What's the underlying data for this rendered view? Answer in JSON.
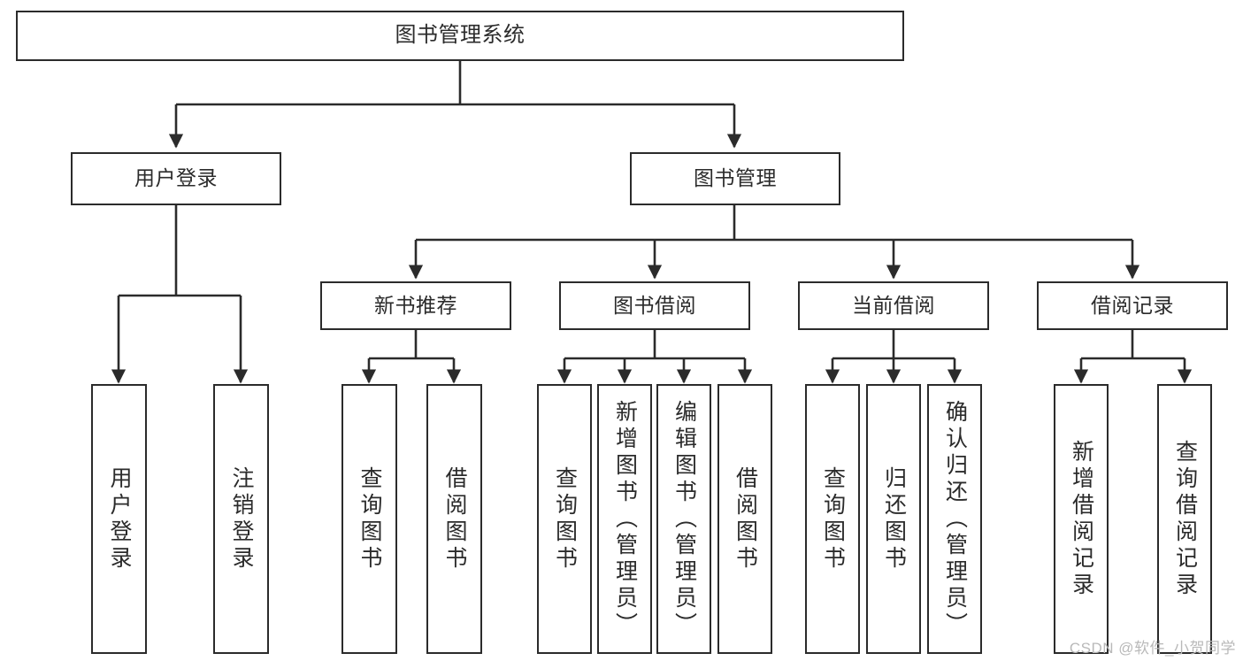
{
  "diagram": {
    "title": "图书管理系统",
    "type": "tree",
    "colors": {
      "background": "#ffffff",
      "node_border": "#2b2b2b",
      "node_fill": "#ffffff",
      "text": "#2b2b2b",
      "edge": "#2b2b2b",
      "watermark": "#b9b9b9"
    }
  },
  "watermark": {
    "text": "CSDN @软件_小贺同学"
  },
  "nodes": {
    "root": {
      "label": "图书管理系统"
    },
    "level1": [
      {
        "id": "user-login",
        "label": "用户登录"
      },
      {
        "id": "book-manage",
        "label": "图书管理"
      }
    ],
    "level2": [
      {
        "id": "new-book-recommend",
        "label": "新书推荐"
      },
      {
        "id": "book-borrow",
        "label": "图书借阅"
      },
      {
        "id": "current-borrow",
        "label": "当前借阅"
      },
      {
        "id": "borrow-record",
        "label": "借阅记录"
      }
    ],
    "leaves": {
      "user_login": [
        {
          "id": "leaf-user-login",
          "label": "用户登录"
        },
        {
          "id": "leaf-logout-login",
          "label": "注销登录"
        }
      ],
      "new_book_recommend": [
        {
          "id": "leaf-query-book-1",
          "label": "查询图书"
        },
        {
          "id": "leaf-borrow-book-1",
          "label": "借阅图书"
        }
      ],
      "book_borrow": [
        {
          "id": "leaf-query-book-2",
          "label": "查询图书"
        },
        {
          "id": "leaf-add-book",
          "label": "新增图书（管理员）"
        },
        {
          "id": "leaf-edit-book",
          "label": "编辑图书（管理员）"
        },
        {
          "id": "leaf-borrow-book-2",
          "label": "借阅图书"
        }
      ],
      "current_borrow": [
        {
          "id": "leaf-query-book-3",
          "label": "查询图书"
        },
        {
          "id": "leaf-return-book",
          "label": "归还图书"
        },
        {
          "id": "leaf-confirm-return",
          "label": "确认归还（管理员）"
        }
      ],
      "borrow_record": [
        {
          "id": "leaf-add-record",
          "label": "新增借阅记录"
        },
        {
          "id": "leaf-query-record",
          "label": "查询借阅记录"
        }
      ]
    }
  }
}
